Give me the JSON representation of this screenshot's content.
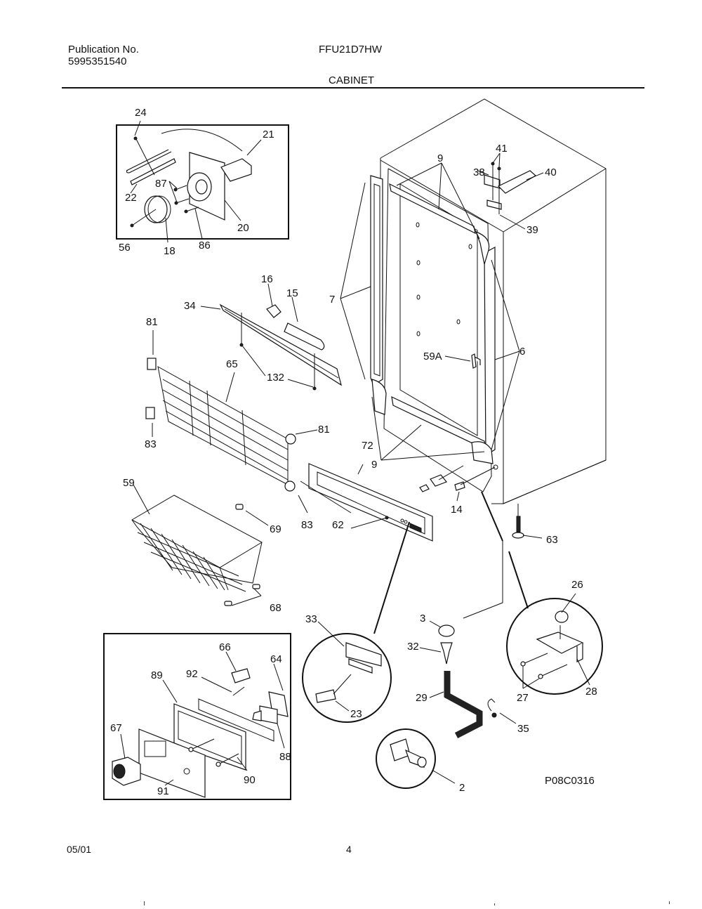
{
  "header": {
    "publication_label": "Publication No.",
    "publication_number": "5995351540",
    "model": "FFU21D7HW",
    "section_title": "CABINET"
  },
  "diagram": {
    "drawing_id": "P08C0316",
    "callouts": {
      "c24": "24",
      "c21": "21",
      "c22": "22",
      "c87": "87",
      "c20": "20",
      "c56": "56",
      "c18": "18",
      "c86": "86",
      "c9a": "9",
      "c41": "41",
      "c38": "38",
      "c40": "40",
      "c39": "39",
      "c16": "16",
      "c15": "15",
      "c34": "34",
      "c7": "7",
      "c81a": "81",
      "c132": "132",
      "c65": "65",
      "c59A": "59A",
      "c6": "6",
      "c83a": "83",
      "c81b": "81",
      "c72": "72",
      "c9b": "9",
      "c59": "59",
      "c69": "69",
      "c83b": "83",
      "c62": "62",
      "c14": "14",
      "c63": "63",
      "c68": "68",
      "c26": "26",
      "c33": "33",
      "c3": "3",
      "c32": "32",
      "c66": "66",
      "c64": "64",
      "c89": "89",
      "c92": "92",
      "c29": "29",
      "c23": "23",
      "c27": "27",
      "c28": "28",
      "c35": "35",
      "c67": "67",
      "c88": "88",
      "c90": "90",
      "c91": "91",
      "c2": "2"
    }
  },
  "footer": {
    "date": "05/01",
    "page_number": "4"
  }
}
